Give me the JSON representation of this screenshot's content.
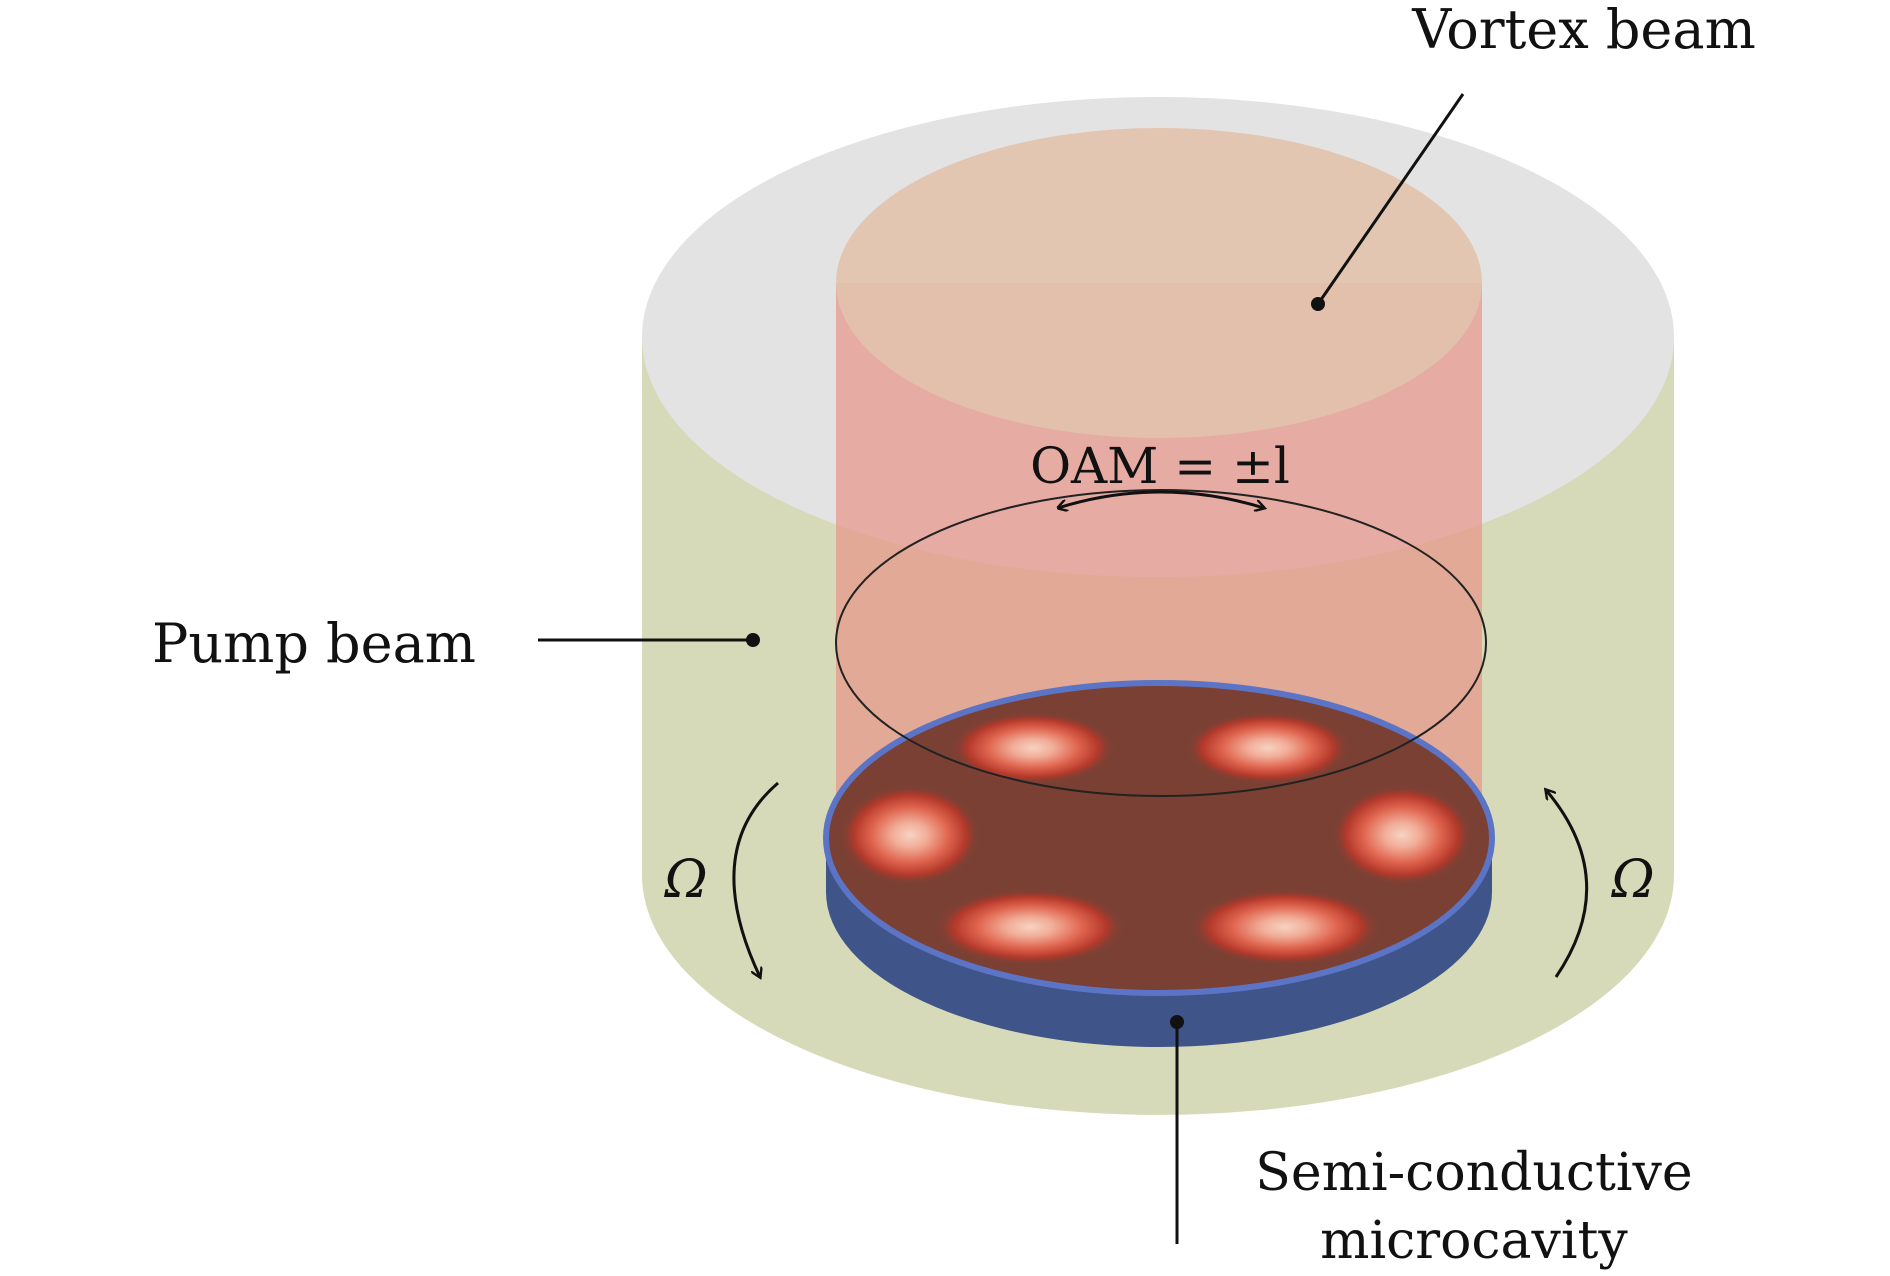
{
  "labels": {
    "vortex_beam": "Vortex beam",
    "pump_beam": "Pump beam",
    "oam": "OAM = ±l",
    "omega_left": "Ω",
    "omega_right": "Ω",
    "microcavity_line1": "Semi-conductive",
    "microcavity_line2": "microcavity"
  },
  "colors": {
    "pump_beam": "#d6dab8",
    "pump_top": "#e3e3e3",
    "vortex_beam": "#e6a79d",
    "vortex_top": "#e2c2ac",
    "cavity_surface": "#7b4034",
    "cavity_edge": "#3f5488",
    "cavity_rim": "#5b74c6",
    "lobe_core": "#f4c6b4",
    "lobe_mid": "#e06a55",
    "lobe_edge": "#b83c2c"
  },
  "icons": {
    "oam_arrow": "double-headed-curved-arrow",
    "rotation_left": "curved-arrow-down",
    "rotation_right": "curved-arrow-up"
  }
}
